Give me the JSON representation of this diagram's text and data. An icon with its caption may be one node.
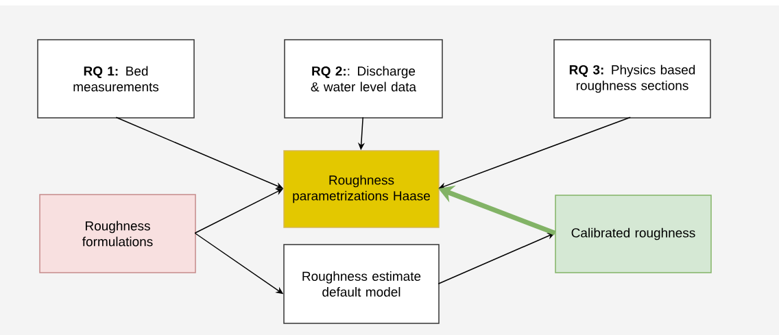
{
  "diagram": {
    "nodes": [
      {
        "text": [
          "**RQ 1:** Bed measurements"
        ]
      },
      {
        "text": [
          "**RQ 2:**: Discharge & water level data"
        ]
      },
      {
        "text": [
          "**RQ 3:** Physics based roughness sections"
        ]
      },
      {
        "text": [
          "Roughness parametrizations Haase"
        ]
      },
      {
        "text": [
          "Roughness formulations"
        ]
      },
      {
        "text": [
          "Roughness estimate default model"
        ]
      },
      {
        "text": [
          "Calibrated roughness"
        ]
      }
    ],
    "edges": [
      {
        "from": 0,
        "to": 3,
        "arrow": "to"
      },
      {
        "from": 1,
        "to": 3,
        "arrow": "to"
      },
      {
        "from": 2,
        "to": 3,
        "arrow": "to"
      },
      {
        "from": 4,
        "to": 3,
        "arrow": "to"
      },
      {
        "from": 4,
        "to": 5,
        "arrow": "to"
      },
      {
        "from": 5,
        "to": 6,
        "arrow": "to"
      },
      {
        "from": 6,
        "to": 3,
        "arrow": "to",
        "style": "thick",
        "color": "#82b366"
      }
    ]
  }
}
